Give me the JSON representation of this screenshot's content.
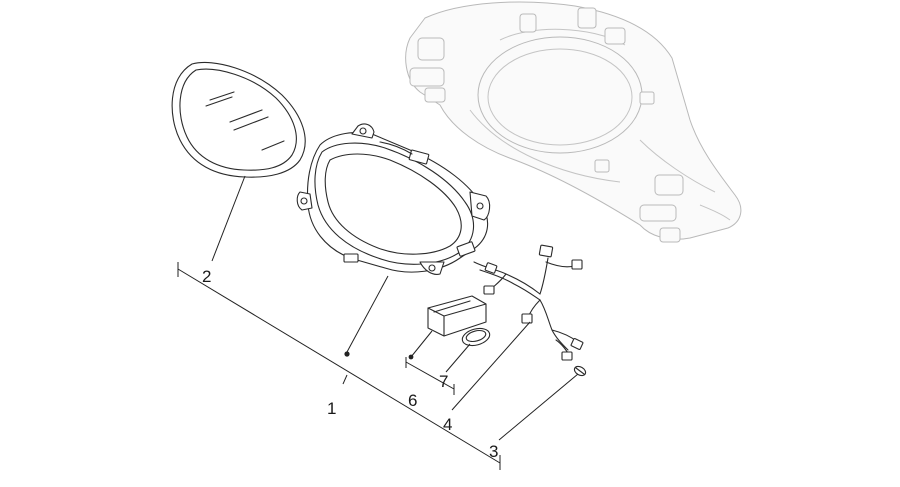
{
  "callouts": [
    {
      "id": "1",
      "label": "1"
    },
    {
      "id": "2",
      "label": "2"
    },
    {
      "id": "3",
      "label": "3"
    },
    {
      "id": "4",
      "label": "4"
    },
    {
      "id": "6",
      "label": "6"
    },
    {
      "id": "7",
      "label": "7"
    }
  ],
  "colors": {
    "line": "#222222",
    "ghost_outline": "#b9b9b9",
    "background": "#ffffff"
  }
}
